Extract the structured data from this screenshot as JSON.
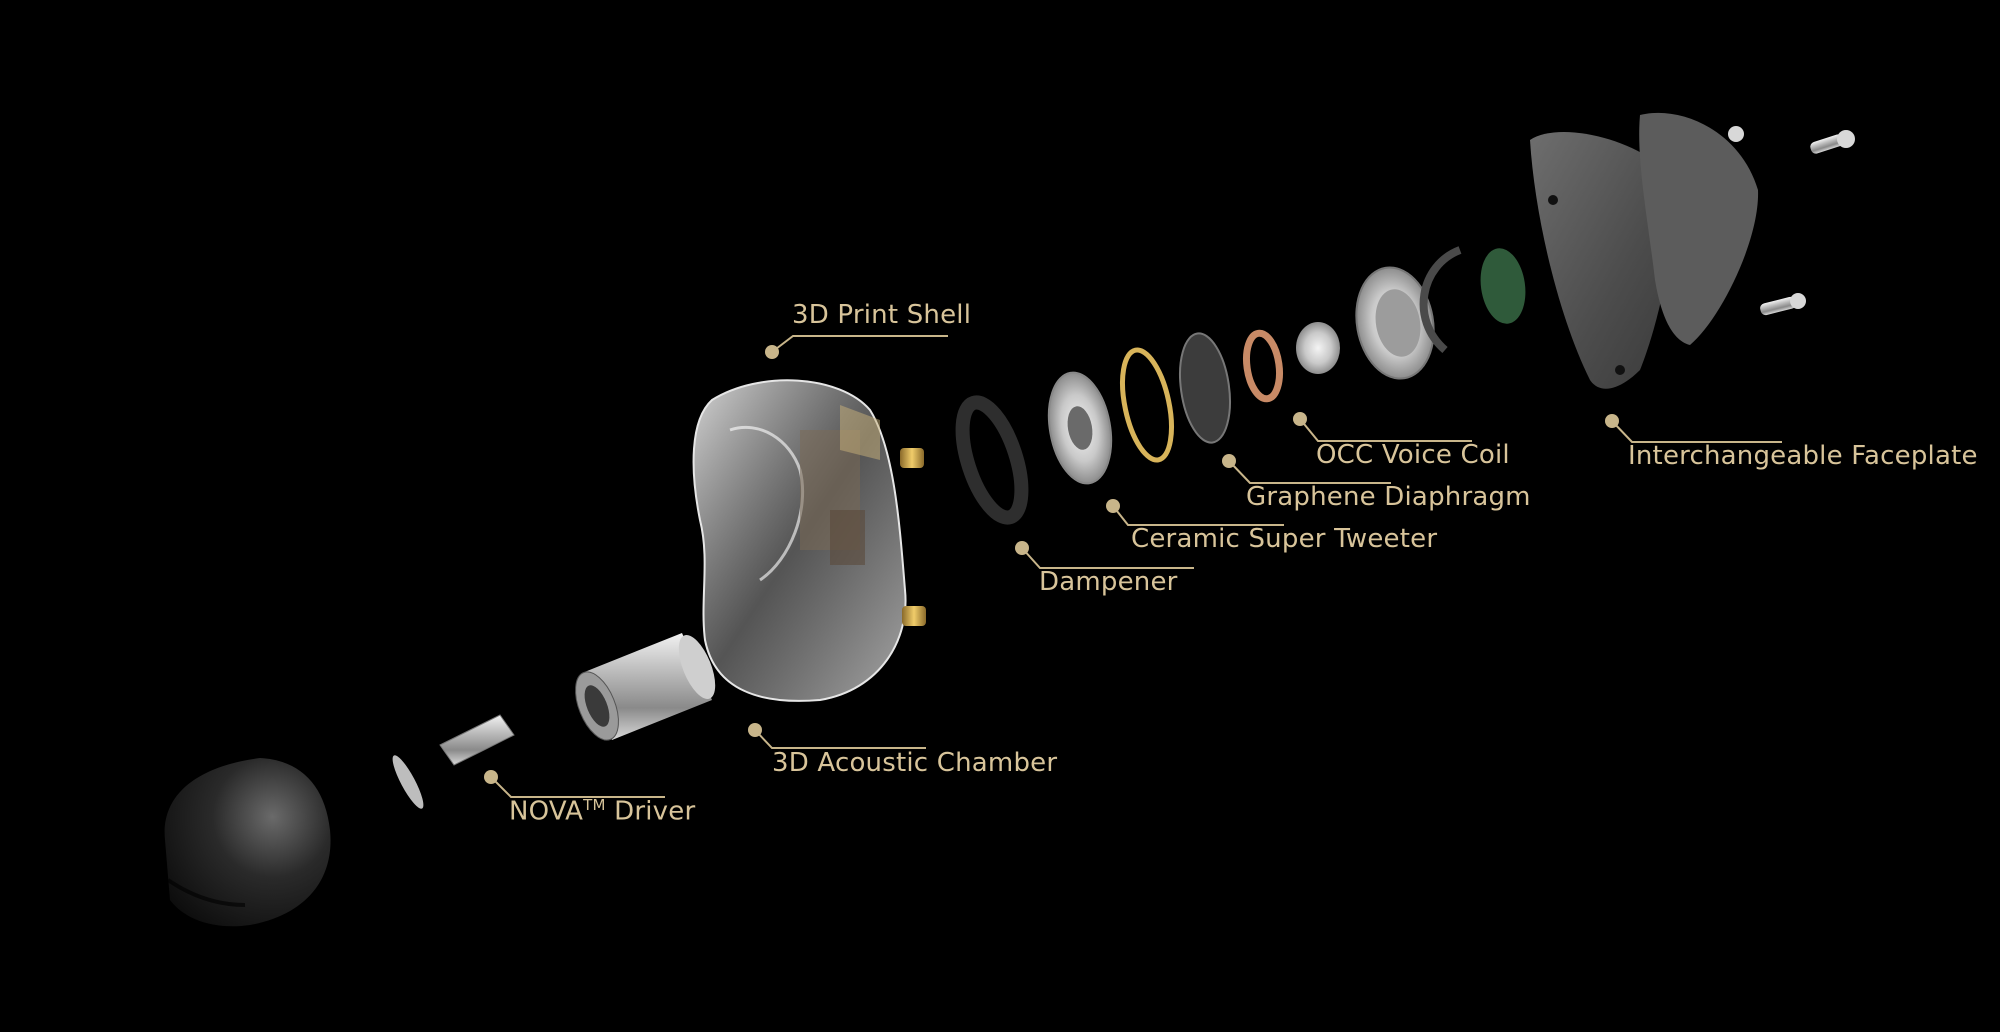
{
  "diagram": {
    "accent_color": "#c8b58a",
    "background": "#000000",
    "labels": {
      "print_shell": "3D Print Shell",
      "occ_voice_coil": "OCC Voice Coil",
      "interchangeable_faceplate": "Interchangeable Faceplate",
      "graphene_diaphragm": "Graphene Diaphragm",
      "ceramic_super_tweeter": "Ceramic Super Tweeter",
      "dampener": "Dampener",
      "acoustic_chamber": "3D Acoustic Chamber",
      "nova_driver_main": "NOVA",
      "nova_driver_tm": "TM",
      "nova_driver_suffix": " Driver"
    }
  }
}
